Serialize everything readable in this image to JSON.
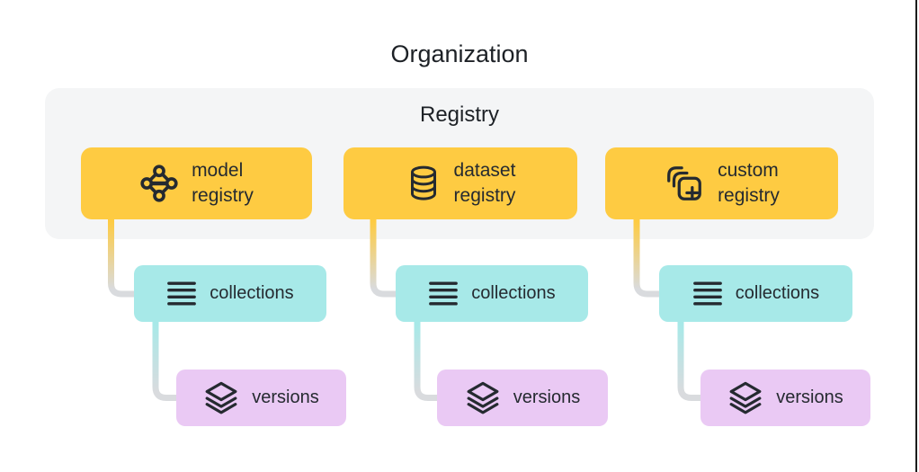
{
  "title": "Organization",
  "registry_panel": {
    "title": "Registry"
  },
  "colors": {
    "yellow": "#fecb42",
    "teal": "#a7e9e8",
    "purple": "#eac9f4",
    "panel": "#f4f5f6",
    "ink": "#252a30",
    "connector": "#d9dbde"
  },
  "columns": [
    {
      "registry": {
        "icon": "model-registry-icon",
        "line1": "model",
        "line2": "registry"
      },
      "collections": {
        "icon": "collections-list-icon",
        "label": "collections"
      },
      "versions": {
        "icon": "versions-stack-icon",
        "label": "versions"
      }
    },
    {
      "registry": {
        "icon": "dataset-registry-icon",
        "line1": "dataset",
        "line2": "registry"
      },
      "collections": {
        "icon": "collections-list-icon",
        "label": "collections"
      },
      "versions": {
        "icon": "versions-stack-icon",
        "label": "versions"
      }
    },
    {
      "registry": {
        "icon": "custom-registry-icon",
        "line1": "custom",
        "line2": "registry"
      },
      "collections": {
        "icon": "collections-list-icon",
        "label": "collections"
      },
      "versions": {
        "icon": "versions-stack-icon",
        "label": "versions"
      }
    }
  ]
}
